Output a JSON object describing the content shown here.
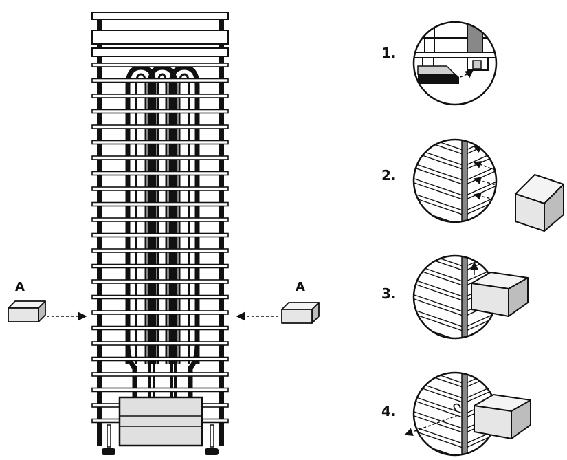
{
  "labels": {
    "stone_left": "A",
    "stone_right": "A",
    "step1": "1.",
    "step2": "2.",
    "step3": "3.",
    "step4": "4."
  },
  "colors": {
    "ink": "#111111",
    "stone_fill": "#e6e6e6",
    "stone_shade": "#bdbdbd",
    "base_fill": "#e0e0e0",
    "slat": "#ffffff"
  },
  "icons": {
    "stone": "stone-block-icon",
    "arrow": "dashed-arrow-icon"
  }
}
